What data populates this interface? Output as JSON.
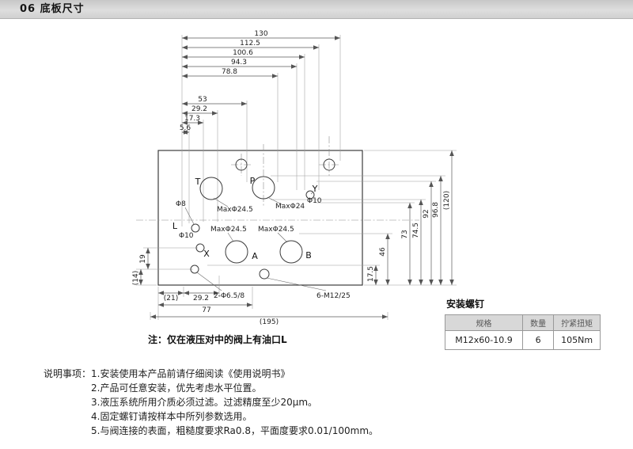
{
  "header": {
    "title": "06 底板尺寸"
  },
  "drawing": {
    "top_dims": [
      "130",
      "112.5",
      "100.6",
      "94.3",
      "78.8",
      "53",
      "29.2",
      "17.3",
      "5.6"
    ],
    "right_dims": [
      "17.5",
      "46",
      "73",
      "74.5",
      "92",
      "96.8",
      "(120)"
    ],
    "left_dims": [
      "19",
      "(14)"
    ],
    "bottom_dims": [
      "(21)",
      "29.2",
      "77",
      "(195)"
    ],
    "ports": {
      "t": "T",
      "p": "P",
      "y": "Y",
      "l": "L",
      "x": "X",
      "a": "A",
      "b": "B"
    },
    "labels": {
      "t_max": "MaxΦ24.5",
      "p_max": "MaxΦ24",
      "y_dia": "Φ10",
      "l_dia8": "Φ8",
      "l_dia10": "Φ10",
      "a_max": "MaxΦ24.5",
      "b_max": "MaxΦ24.5",
      "holes_65": "2-Φ6.5/8",
      "holes_m12": "6-M12/25"
    },
    "note": "注：仅在液压对中的阀上有油口L"
  },
  "screw_table": {
    "title": "安装螺钉",
    "headers": [
      "规格",
      "数量",
      "拧紧扭矩"
    ],
    "rows": [
      [
        "M12x60-10.9",
        "6",
        "105Nm"
      ]
    ]
  },
  "notes": {
    "label": "说明事项：",
    "items": [
      "1.安装使用本产品前请仔细阅读《使用说明书》",
      "2.产品可任意安装，优先考虑水平位置。",
      "3.液压系统所用介质必须过滤。过滤精度至少20μm。",
      "4.固定螺钉请按样本中所列参数选用。",
      "5.与阀连接的表面，粗糙度要求Ra0.8，平面度要求0.01/100mm。"
    ]
  }
}
